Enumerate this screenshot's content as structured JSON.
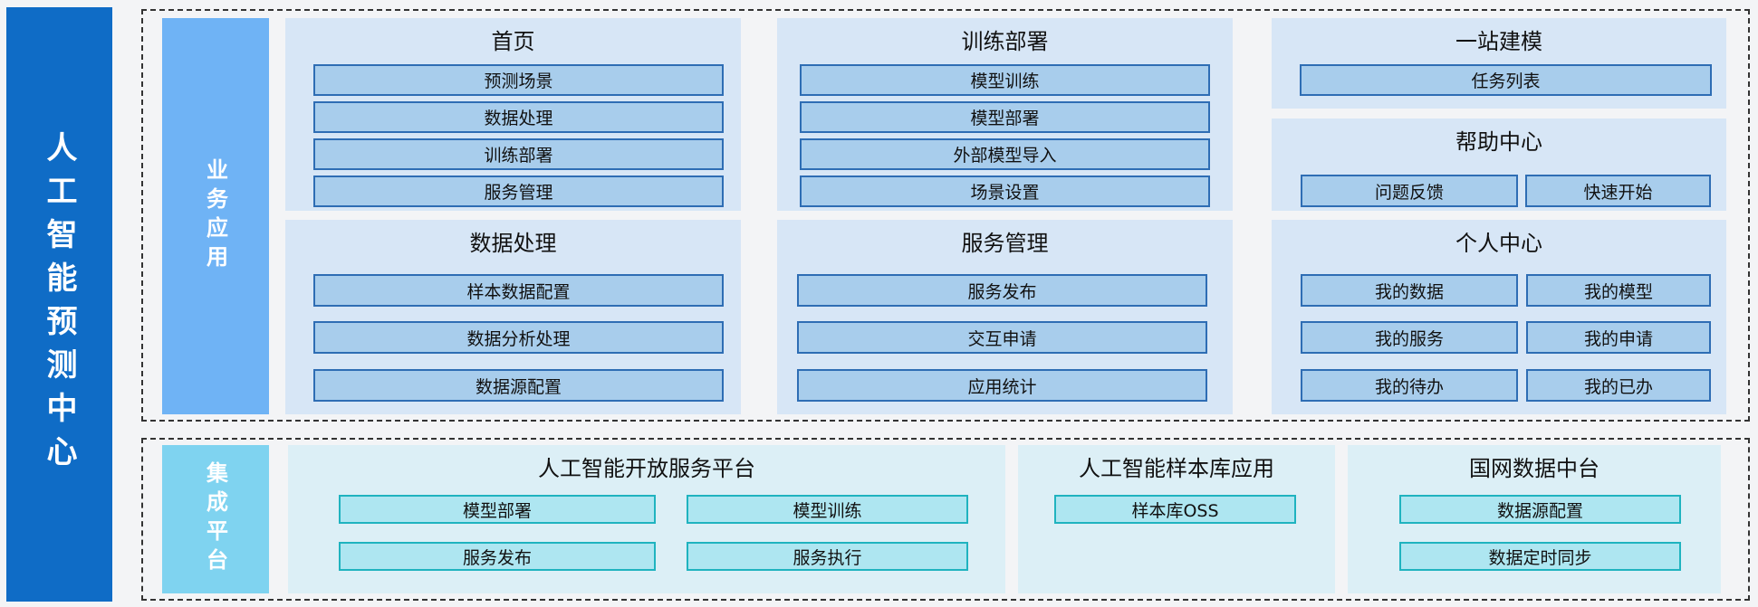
{
  "title": "人工智能预测中心",
  "business": {
    "label": "业务应用",
    "modules": [
      {
        "id": "home",
        "title": "首页",
        "items": [
          "预测场景",
          "数据处理",
          "训练部署",
          "服务管理"
        ]
      },
      {
        "id": "train",
        "title": "训练部署",
        "items": [
          "模型训练",
          "模型部署",
          "外部模型导入",
          "场景设置"
        ]
      },
      {
        "id": "build",
        "title": "一站建模",
        "items": [
          "任务列表"
        ]
      },
      {
        "id": "data",
        "title": "数据处理",
        "items": [
          "样本数据配置",
          "数据分析处理",
          "数据源配置"
        ]
      },
      {
        "id": "service",
        "title": "服务管理",
        "items": [
          "服务发布",
          "交互申请",
          "应用统计"
        ]
      },
      {
        "id": "help",
        "title": "帮助中心",
        "items": [
          "问题反馈",
          "快速开始"
        ]
      },
      {
        "id": "personal",
        "title": "个人中心",
        "items": [
          "我的数据",
          "我的模型",
          "我的服务",
          "我的申请",
          "我的待办",
          "我的已办"
        ]
      }
    ]
  },
  "integration": {
    "label": "集成平台",
    "modules": [
      {
        "id": "ai-open",
        "title": "人工智能开放服务平台",
        "items": [
          "模型部署",
          "模型训练",
          "服务发布",
          "服务执行"
        ]
      },
      {
        "id": "ai-sample",
        "title": "人工智能样本库应用",
        "items": [
          "样本库OSS"
        ]
      },
      {
        "id": "sgcc-data",
        "title": "国网数据中台",
        "items": [
          "数据源配置",
          "数据定时同步"
        ]
      }
    ]
  }
}
